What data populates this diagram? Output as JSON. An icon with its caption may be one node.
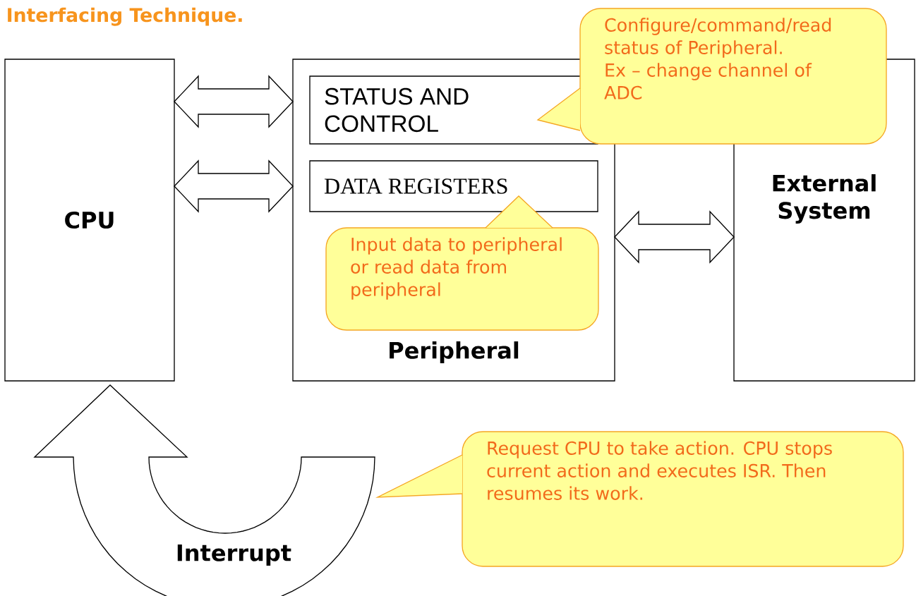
{
  "diagram": {
    "title": "Interfacing Technique.",
    "nodes": [
      {
        "text": [
          "CPU"
        ]
      },
      {
        "text": [
          "Peripheral"
        ]
      },
      {
        "text": [
          "STATUS AND CONTROL"
        ],
        "in": 1
      },
      {
        "text": [
          "DATA REGISTERS"
        ],
        "in": 1
      },
      {
        "text": [
          "External System"
        ]
      },
      {
        "text": [
          "Configure/command/read status of Peripheral.",
          "Ex – change channel of ADC"
        ]
      },
      {
        "text": [
          "Input data to peripheral or read data from peripheral"
        ],
        "in": 1
      },
      {
        "text": [
          "Request CPU to take action. CPU stops current action and executes ISR. Then resumes its work."
        ]
      },
      {
        "text": [
          "Interrupt"
        ]
      }
    ],
    "edges": [
      {
        "from": 0,
        "to": 1,
        "arrow": "both"
      },
      {
        "from": 0,
        "to": 1,
        "arrow": "both"
      },
      {
        "from": 1,
        "to": 4,
        "arrow": "both"
      }
    ]
  }
}
